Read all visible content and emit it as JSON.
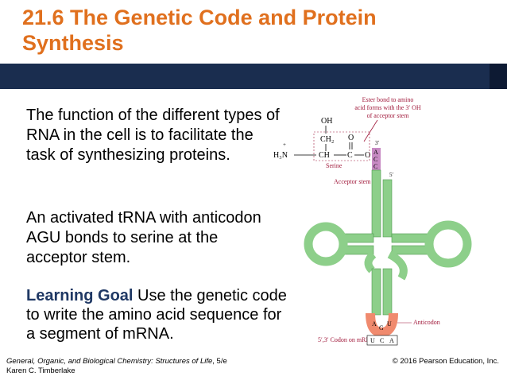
{
  "slide": {
    "title": "21.6  The Genetic Code and Protein Synthesis",
    "paragraph1": "The function of the different types of RNA in the cell is to facilitate the task of synthesizing proteins.",
    "paragraph2": "An activated tRNA with anticodon AGU bonds to serine at the acceptor stem.",
    "learning_goal_label": "Learning Goal",
    "learning_goal_text": "  Use the genetic code to write the amino acid sequence for a segment of mRNA."
  },
  "figure": {
    "ester_label_1": "Ester bond to amino",
    "ester_label_2": "acid forms with the 3′ OH",
    "ester_label_3": "of acceptor stem",
    "oh": "OH",
    "ch2": "CH₂",
    "o_top": "O",
    "h3n": "H₃N",
    "plus": "+",
    "ch": "CH",
    "c": "C",
    "o_ester": "O",
    "serine": "Serine",
    "three_prime": "3′",
    "five_prime": "5′",
    "nt_a": "A",
    "nt_c1": "C",
    "nt_c2": "C",
    "acceptor_stem": "Acceptor stem",
    "anticodon_label": "Anticodon",
    "anticodon_a": "A",
    "anticodon_g": "G",
    "anticodon_u": "U",
    "codon_label": "5′,3′ Codon on mRNA",
    "codon_u": "U",
    "codon_c": "C",
    "codon_a": "A",
    "colors": {
      "stem": "#8dcf8a",
      "stem_dark": "#4f9a4f",
      "anticodon": "#f08a6e",
      "cca": "#c88bc4",
      "label": "#a0183a"
    }
  },
  "footer": {
    "book": "General, Organic, and Biological Chemistry: Structures of Life",
    "edition": ", 5/e",
    "author": "Karen C. Timberlake",
    "copyright": "© 2016 Pearson Education, Inc."
  }
}
